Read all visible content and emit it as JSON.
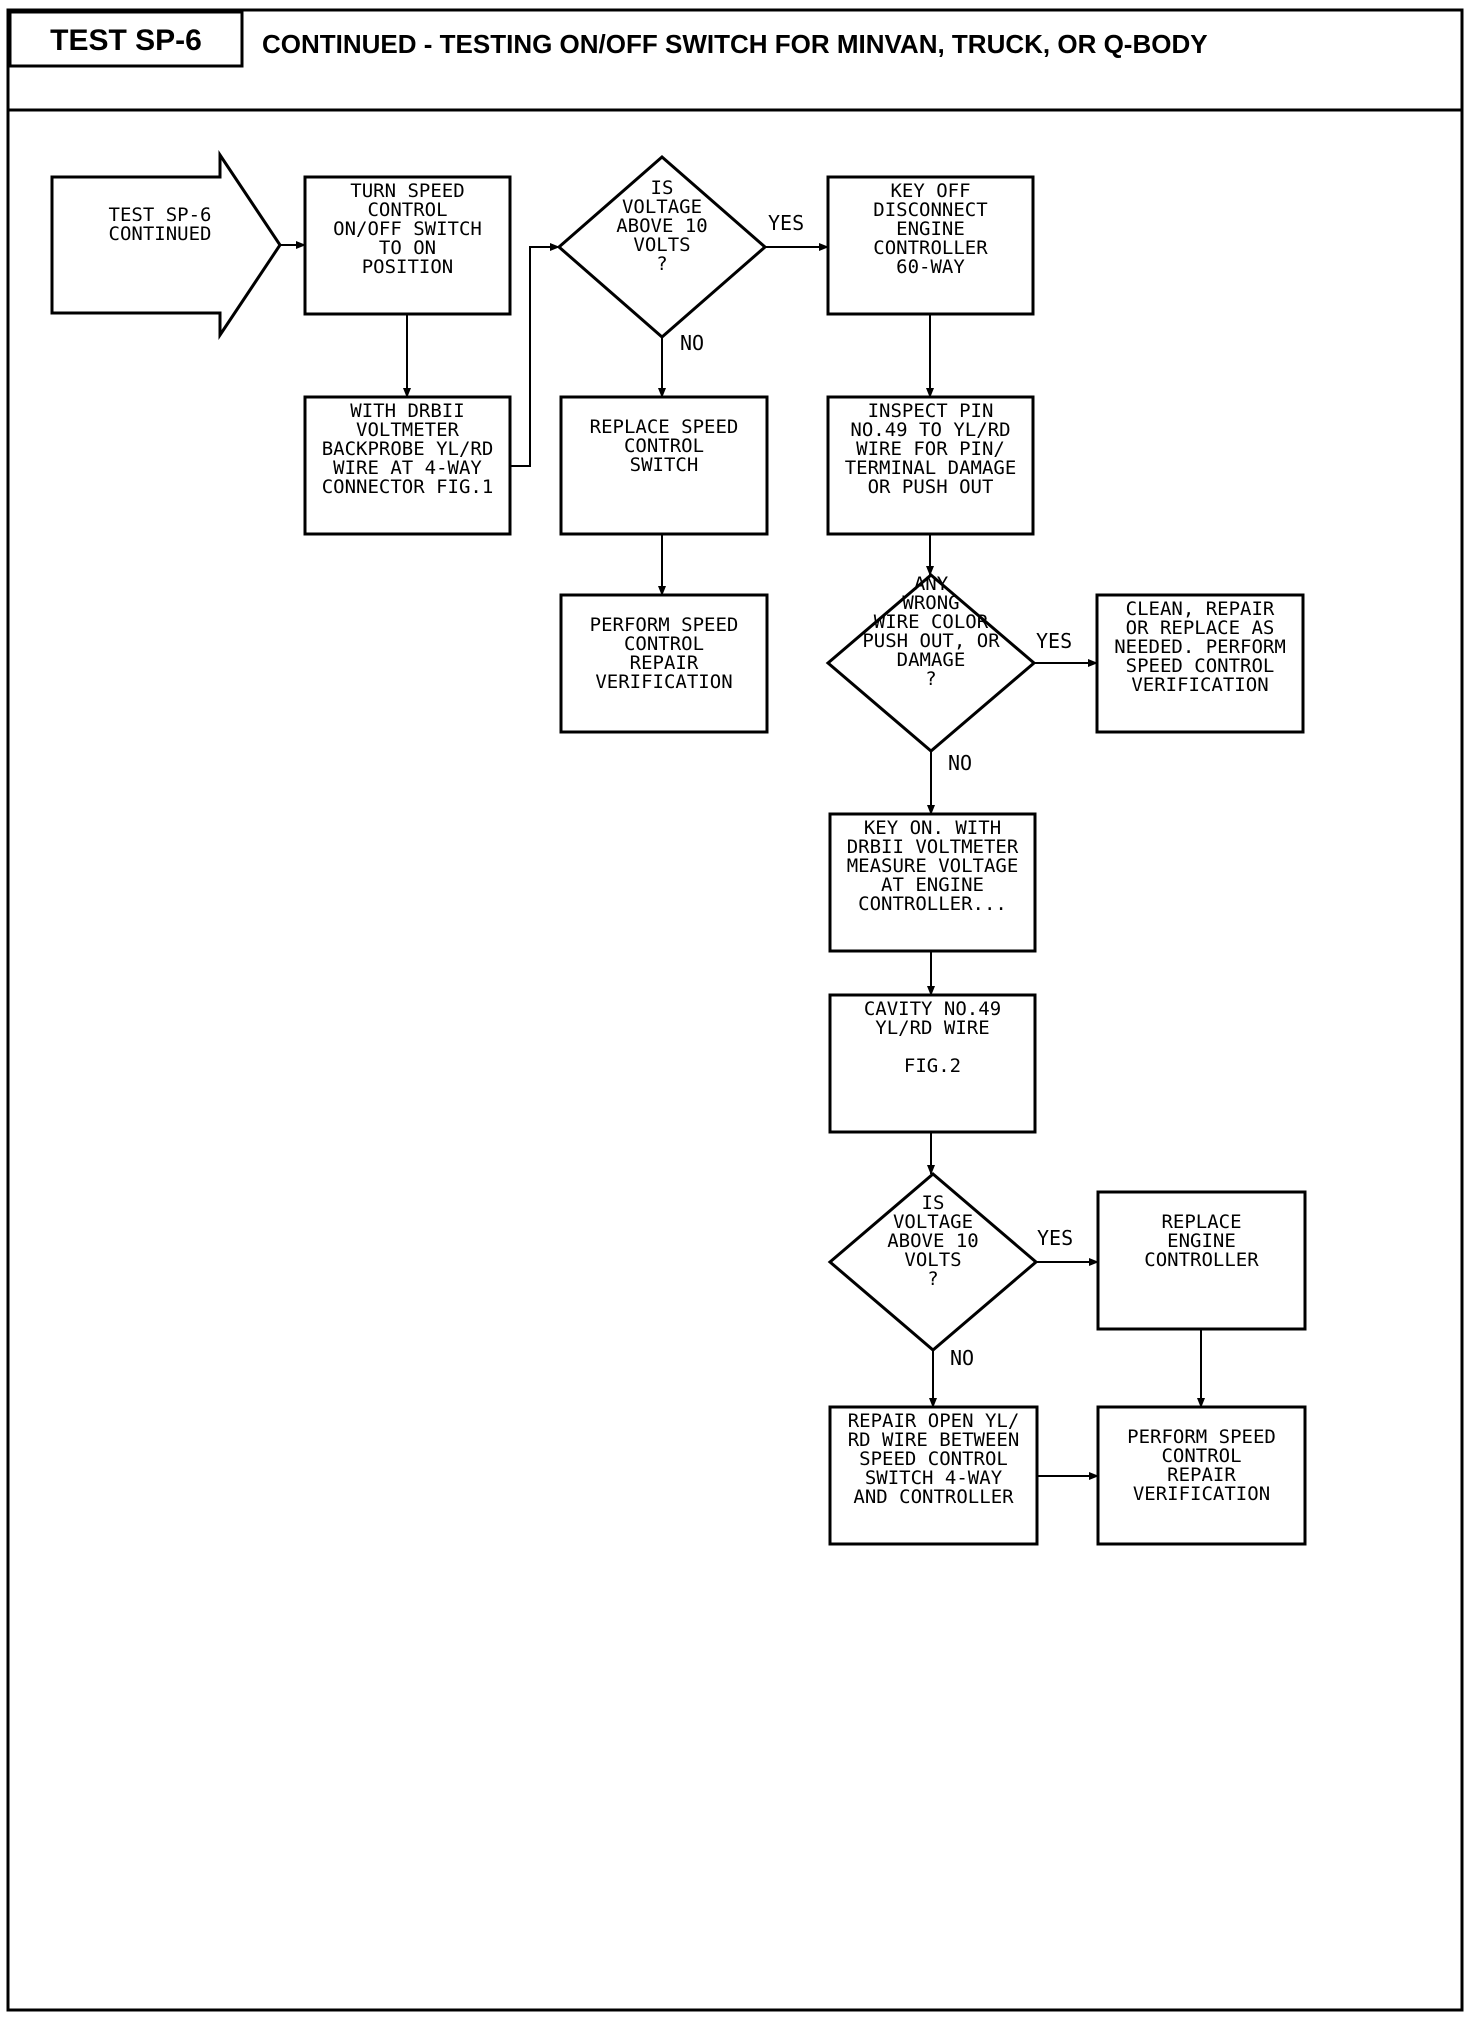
{
  "header": {
    "test_id": "TEST SP-6",
    "title": "CONTINUED - TESTING ON/OFF SWITCH FOR MINVAN, TRUCK, OR Q-BODY"
  },
  "nodes": [
    {
      "id": "start",
      "shape": "arrow",
      "lines": [
        "TEST SP-6",
        "CONTINUED"
      ]
    },
    {
      "id": "turn_switch",
      "shape": "process",
      "lines": [
        "TURN SPEED",
        "CONTROL",
        "ON/OFF SWITCH",
        "TO ON",
        "POSITION"
      ]
    },
    {
      "id": "backprobe",
      "shape": "process",
      "lines": [
        "WITH DRBII",
        "VOLTMETER",
        "BACKPROBE YL/RD",
        "WIRE AT 4-WAY",
        "CONNECTOR FIG.1"
      ]
    },
    {
      "id": "voltage_check_1",
      "shape": "decision",
      "lines": [
        "IS",
        "VOLTAGE",
        "ABOVE 10",
        "VOLTS",
        "?"
      ]
    },
    {
      "id": "replace_switch",
      "shape": "process",
      "lines": [
        "REPLACE SPEED",
        "CONTROL",
        "SWITCH"
      ]
    },
    {
      "id": "verify_1",
      "shape": "process",
      "lines": [
        "PERFORM SPEED",
        "CONTROL",
        "REPAIR",
        "VERIFICATION"
      ]
    },
    {
      "id": "key_off",
      "shape": "process",
      "lines": [
        "KEY OFF",
        "DISCONNECT",
        "ENGINE",
        "CONTROLLER",
        "60-WAY"
      ]
    },
    {
      "id": "inspect_pin",
      "shape": "process",
      "lines": [
        "INSPECT PIN",
        "NO.49 TO YL/RD",
        "WIRE FOR PIN/",
        "TERMINAL DAMAGE",
        "OR PUSH OUT"
      ]
    },
    {
      "id": "wire_check",
      "shape": "decision",
      "lines": [
        "ANY",
        "WRONG",
        "WIRE COLOR",
        "PUSH OUT, OR",
        "DAMAGE",
        "?"
      ]
    },
    {
      "id": "clean_repair",
      "shape": "process",
      "lines": [
        "CLEAN, REPAIR",
        "OR REPLACE AS",
        "NEEDED. PERFORM",
        "SPEED CONTROL",
        "VERIFICATION"
      ]
    },
    {
      "id": "key_on",
      "shape": "process",
      "lines": [
        "KEY ON. WITH",
        "DRBII VOLTMETER",
        "MEASURE VOLTAGE",
        "AT ENGINE",
        "CONTROLLER..."
      ]
    },
    {
      "id": "cavity",
      "shape": "process",
      "lines": [
        "CAVITY NO.49",
        "YL/RD WIRE",
        "",
        "FIG.2"
      ]
    },
    {
      "id": "voltage_check_2",
      "shape": "decision",
      "lines": [
        "IS",
        "VOLTAGE",
        "ABOVE 10",
        "VOLTS",
        "?"
      ]
    },
    {
      "id": "replace_controller",
      "shape": "process",
      "lines": [
        "REPLACE",
        "ENGINE",
        "CONTROLLER"
      ]
    },
    {
      "id": "repair_wire",
      "shape": "process",
      "lines": [
        "REPAIR OPEN YL/",
        "RD WIRE BETWEEN",
        "SPEED CONTROL",
        "SWITCH 4-WAY",
        "AND CONTROLLER"
      ]
    },
    {
      "id": "verify_2",
      "shape": "process",
      "lines": [
        "PERFORM SPEED",
        "CONTROL",
        "REPAIR",
        "VERIFICATION"
      ]
    }
  ],
  "edges": [
    {
      "from": "start",
      "to": "turn_switch",
      "label": ""
    },
    {
      "from": "turn_switch",
      "to": "backprobe",
      "label": ""
    },
    {
      "from": "backprobe",
      "to": "voltage_check_1",
      "label": ""
    },
    {
      "from": "voltage_check_1",
      "to": "key_off",
      "label": "YES"
    },
    {
      "from": "voltage_check_1",
      "to": "replace_switch",
      "label": "NO"
    },
    {
      "from": "replace_switch",
      "to": "verify_1",
      "label": ""
    },
    {
      "from": "key_off",
      "to": "inspect_pin",
      "label": ""
    },
    {
      "from": "inspect_pin",
      "to": "wire_check",
      "label": ""
    },
    {
      "from": "wire_check",
      "to": "clean_repair",
      "label": "YES"
    },
    {
      "from": "wire_check",
      "to": "key_on",
      "label": "NO"
    },
    {
      "from": "key_on",
      "to": "cavity",
      "label": ""
    },
    {
      "from": "cavity",
      "to": "voltage_check_2",
      "label": ""
    },
    {
      "from": "voltage_check_2",
      "to": "replace_controller",
      "label": "YES"
    },
    {
      "from": "voltage_check_2",
      "to": "repair_wire",
      "label": "NO"
    },
    {
      "from": "replace_controller",
      "to": "verify_2",
      "label": ""
    },
    {
      "from": "repair_wire",
      "to": "verify_2",
      "label": ""
    }
  ]
}
